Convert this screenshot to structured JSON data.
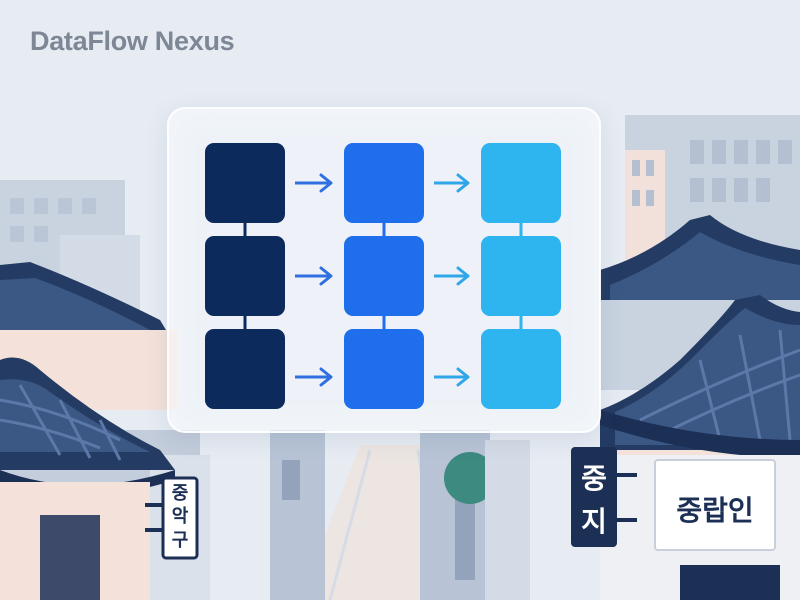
{
  "app": {
    "brand_title": "DataFlow Nexus"
  },
  "signs": {
    "left_vertical": [
      "중",
      "악",
      "구"
    ],
    "right_vertical": [
      "중",
      "지"
    ],
    "shop_sign": "중랍인"
  },
  "flow": {
    "columns": [
      {
        "color": "#0d2a5c",
        "arrow_color": "#2f6fe0"
      },
      {
        "color": "#1f6fec",
        "arrow_color": "#2fa5ea"
      },
      {
        "color": "#2eb4ef"
      }
    ],
    "rows": 3
  },
  "colors": {
    "sky": "#e7ecf3",
    "roof_tile": "#3b5784",
    "roof_dark": "#243b63",
    "wall_cream": "#f4e2da",
    "building_grey": "#c9d3e0",
    "sign_navy": "#1c2f55"
  }
}
